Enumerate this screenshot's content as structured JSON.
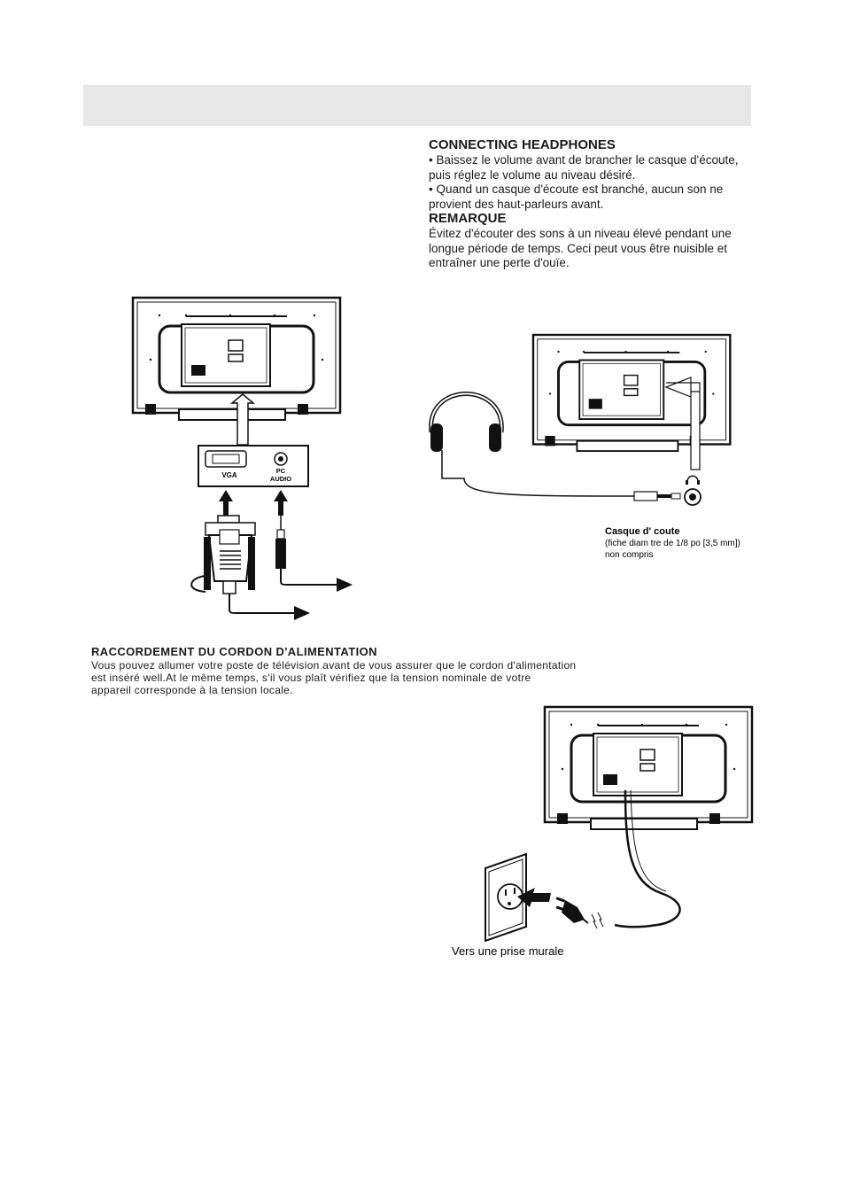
{
  "headphones": {
    "title": "CONNECTING HEADPHONES",
    "bullets": [
      "• Baissez le volume avant de brancher le casque d'écoute,",
      "puis réglez le volume au niveau désiré.",
      "• Quand un casque d'écoute est branché, aucun son ne",
      "provient des haut-parleurs avant."
    ],
    "remark_title": "REMARQUE",
    "remark_lines": [
      "Évitez d'écouter des sons à un niveau élevé pendant une",
      "longue période de temps. Ceci peut vous être nuisible et",
      "entraîner une perte d'ouïe."
    ]
  },
  "vga_diagram": {
    "port_vga_label": "VGA",
    "port_pc_label": "PC",
    "port_audio_label": "AUDIO"
  },
  "headphone_diagram": {
    "caption_title": "Casque d' coute",
    "caption_line1": "(fiche diam tre de 1/8 po [3,5 mm])",
    "caption_line2": "non compris"
  },
  "power": {
    "title": "RACCORDEMENT DU CORDON D'ALIMENTATION",
    "lines": [
      "Vous pouvez allumer votre poste de télévision avant de vous assurer que le cordon d'alimentation",
      "est inséré well.At le même temps, s'il vous plaît vérifiez que la tension nominale de votre",
      "appareil corresponde à la tension locale."
    ],
    "outlet_caption": "Vers une prise murale"
  }
}
